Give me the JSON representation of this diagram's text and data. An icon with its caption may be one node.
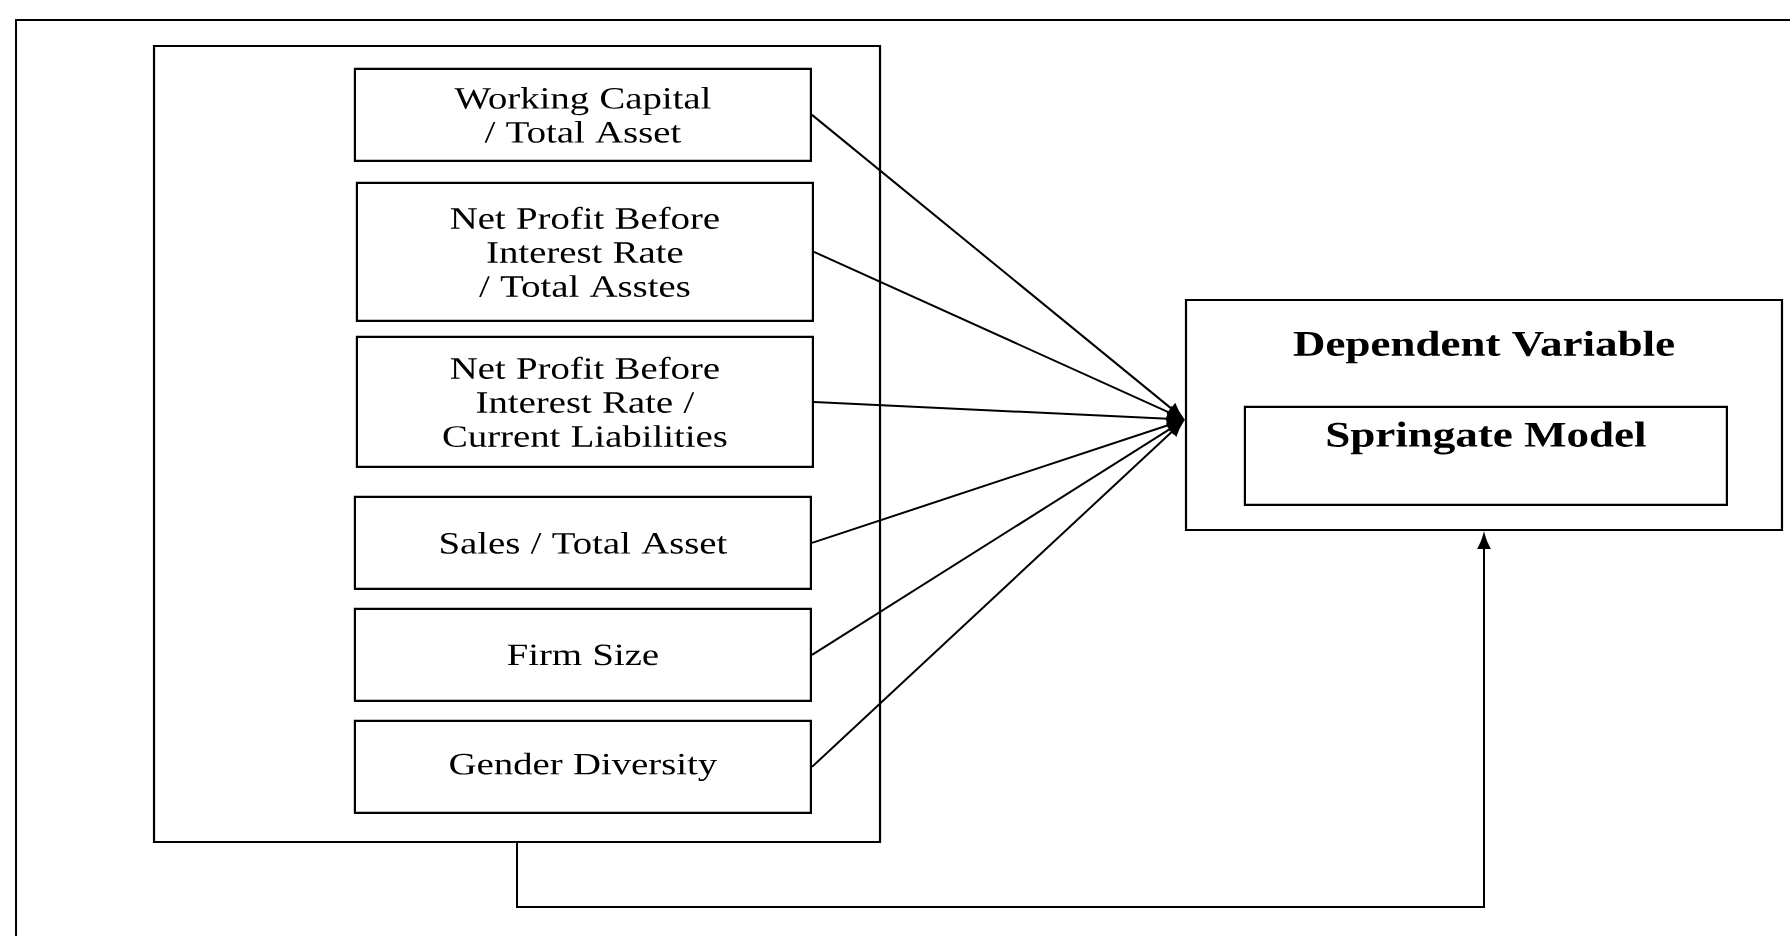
{
  "diagram": {
    "nodes": [
      {
        "text": [],
        "shape": "box"
      },
      {
        "text": [
          "Working Capital / Total Asset"
        ],
        "in": 0
      },
      {
        "text": [
          "Net Profit Before Interest Rate / Total Asstes"
        ],
        "in": 0
      },
      {
        "text": [
          "Net Profit Before Interest Rate / Current Liabilities"
        ],
        "in": 0
      },
      {
        "text": [
          "Sales / Total Asset"
        ],
        "in": 0
      },
      {
        "text": [
          "Firm Size"
        ],
        "in": 0
      },
      {
        "text": [
          "Gender Diversity"
        ],
        "in": 0
      },
      {
        "text": [
          "Dependent Variable"
        ]
      },
      {
        "text": [
          "Springate Model"
        ],
        "in": 7
      }
    ],
    "edges": [
      {
        "from": 1,
        "to": 7,
        "arrow": "to"
      },
      {
        "from": 2,
        "to": 7,
        "arrow": "to"
      },
      {
        "from": 3,
        "to": 7,
        "arrow": "to"
      },
      {
        "from": 4,
        "to": 7,
        "arrow": "to"
      },
      {
        "from": 5,
        "to": 7,
        "arrow": "to"
      },
      {
        "from": 6,
        "to": 7,
        "arrow": "to"
      },
      {
        "from": 0,
        "to": 7,
        "arrow": "to"
      }
    ]
  }
}
